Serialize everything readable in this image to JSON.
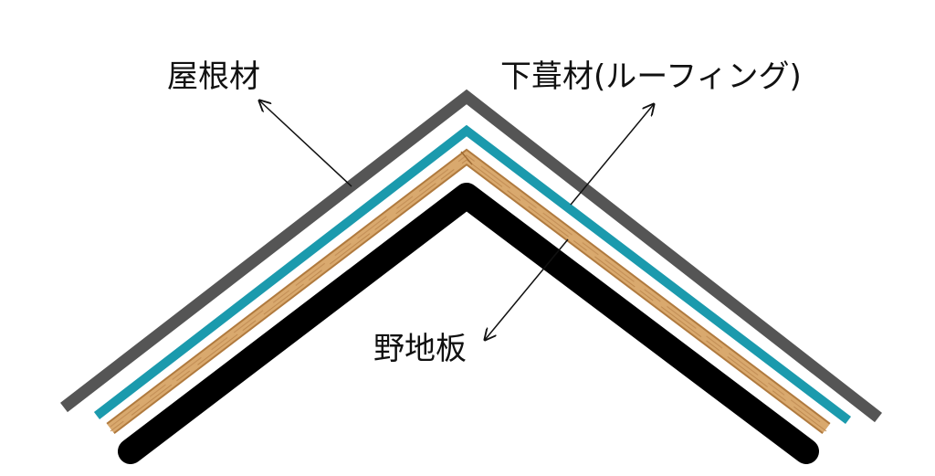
{
  "labels": {
    "roofing_material": "屋根材",
    "underlayment": "下葺材(ルーフィング)",
    "sheathing": "野地板"
  },
  "colors": {
    "background": "#ffffff",
    "roofing_layer": "#555555",
    "underlayment_layer": "#1b9aad",
    "sheathing_layer": "#d4a46a",
    "sheathing_grain": "#b07a3e",
    "rafter_layer": "#000000",
    "arrow": "#111111",
    "text": "#111111"
  }
}
